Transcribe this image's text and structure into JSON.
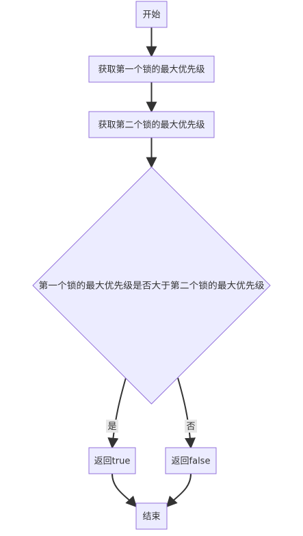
{
  "colors": {
    "node_fill": "#ECECFF",
    "node_stroke": "#9370DB",
    "edge": "#333333",
    "text": "#333333",
    "edge_label_bg": "#E8E8E8"
  },
  "nodes": {
    "start": "开始",
    "get_first": "获取第一个锁的最大优先级",
    "get_second": "获取第二个锁的最大优先级",
    "decision": "第一个锁的最大优先级是否大于第二个锁的最大优先级",
    "return_true": "返回true",
    "return_false": "返回false",
    "end": "结束"
  },
  "edge_labels": {
    "yes": "是",
    "no": "否"
  }
}
